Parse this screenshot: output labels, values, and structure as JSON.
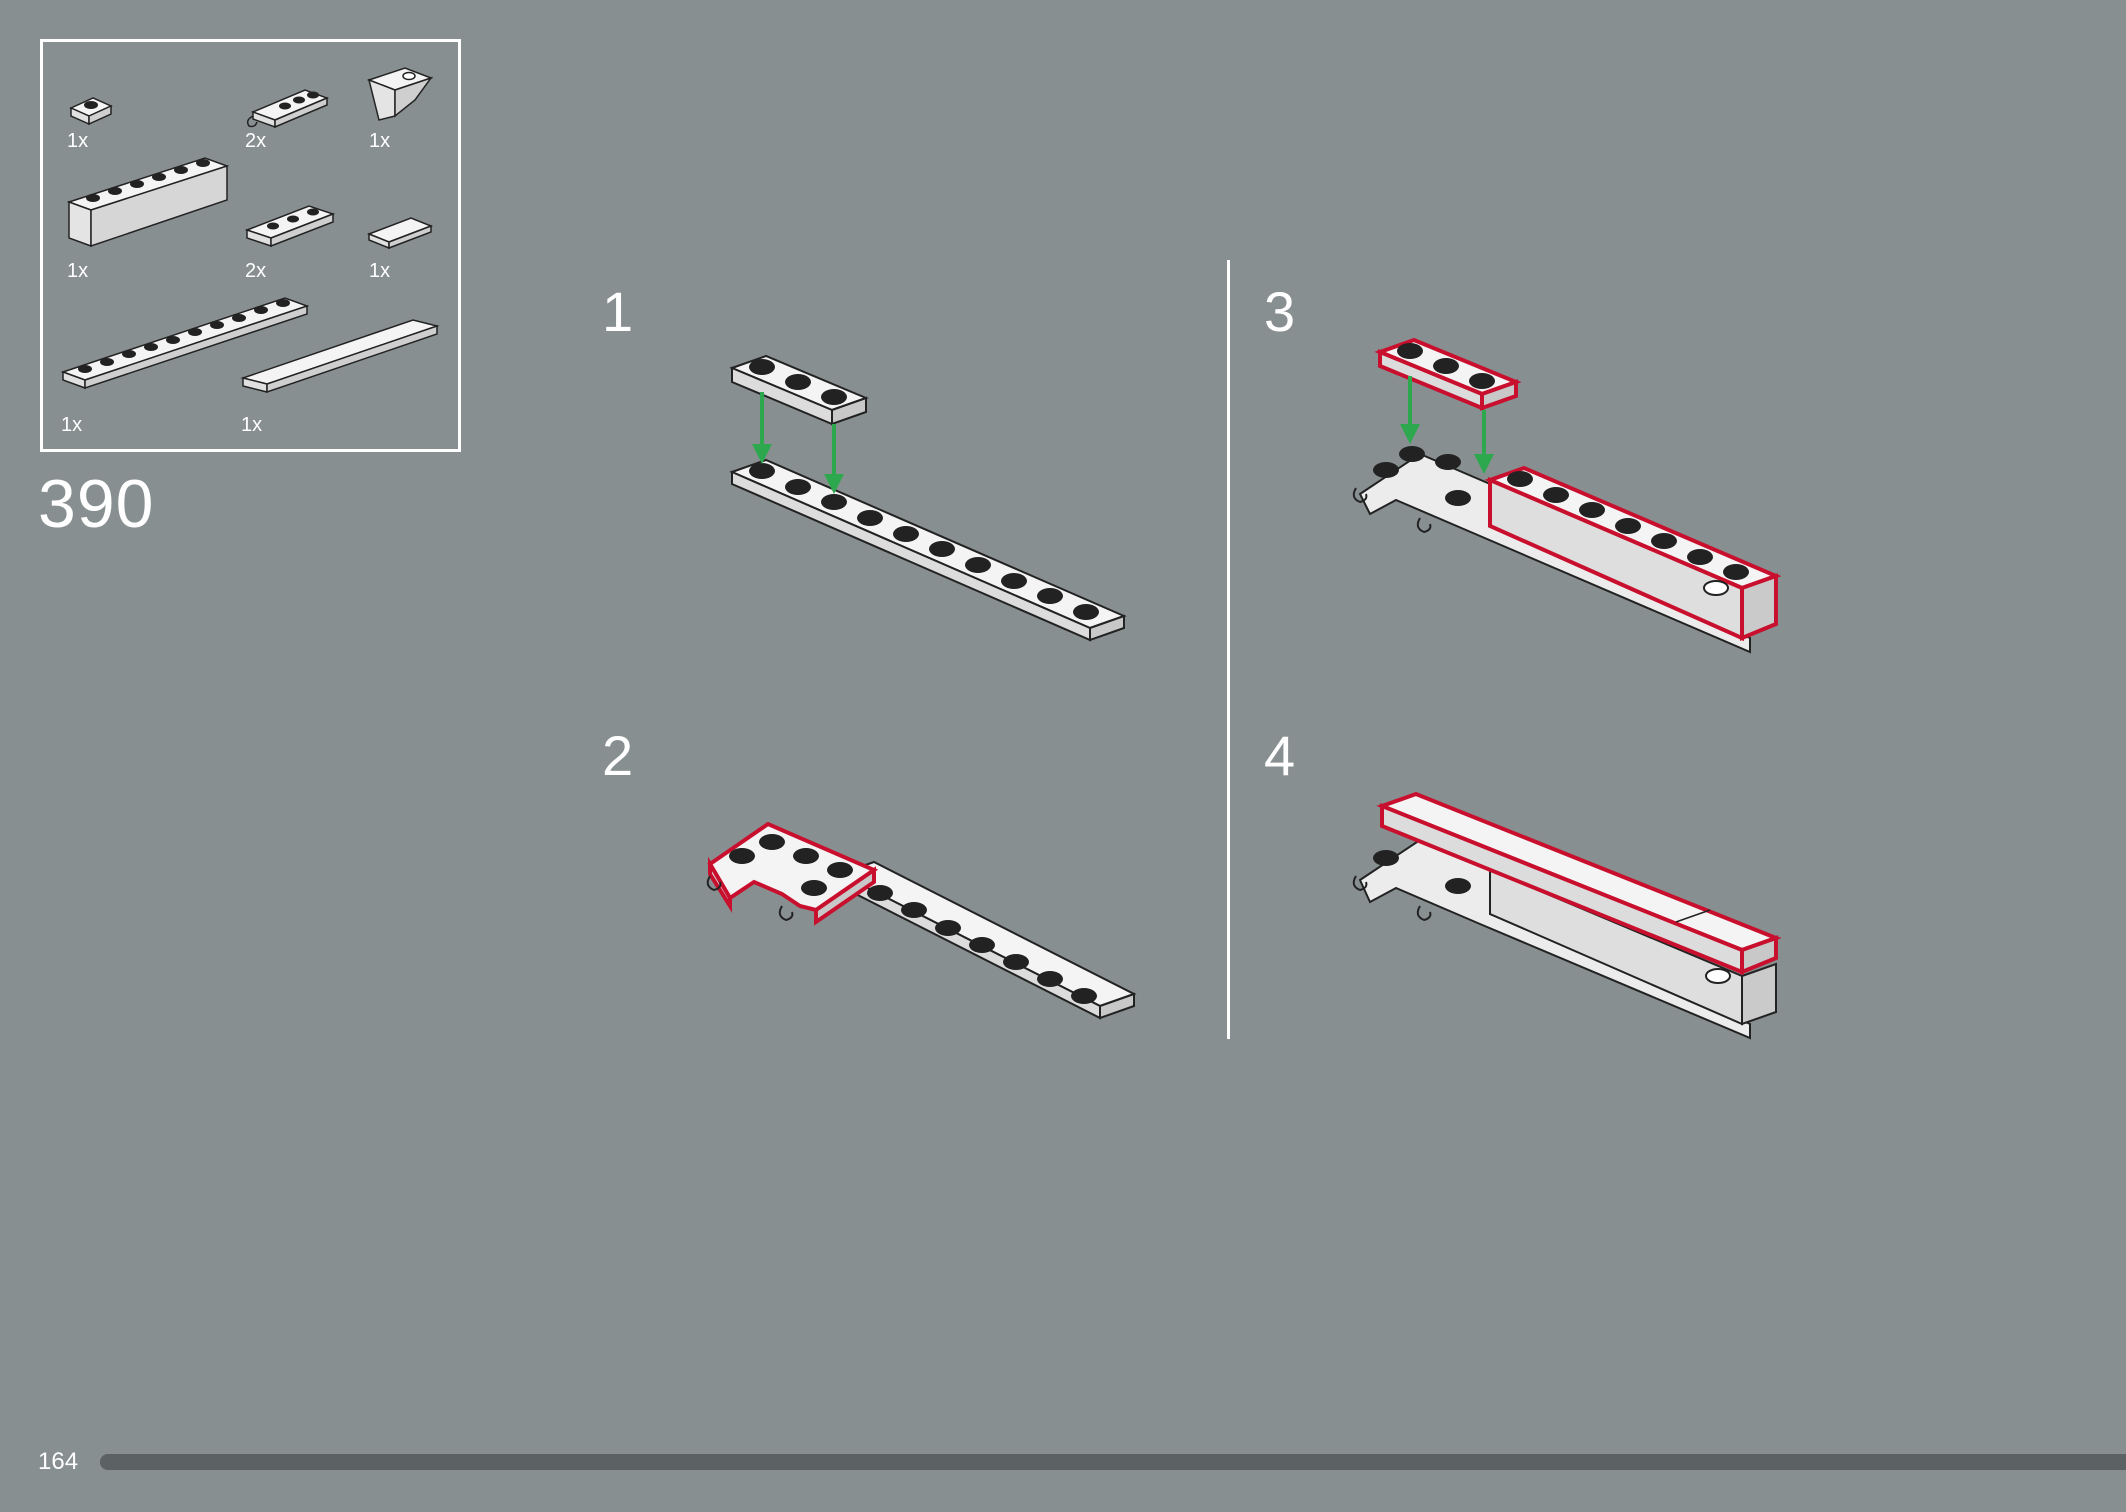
{
  "parts": [
    {
      "qty": "1x",
      "icon": "plate-1x1-icon"
    },
    {
      "qty": "2x",
      "icon": "plate-clip-1x2-icon"
    },
    {
      "qty": "1x",
      "icon": "slope-inverted-icon"
    },
    {
      "qty": "1x",
      "icon": "brick-1x6-icon"
    },
    {
      "qty": "2x",
      "icon": "plate-1x3-icon"
    },
    {
      "qty": "1x",
      "icon": "tile-1x2-icon"
    },
    {
      "qty": "1x",
      "icon": "plate-1x10-icon"
    },
    {
      "qty": "1x",
      "icon": "tile-1x8-icon"
    }
  ],
  "build_number": "390",
  "steps": [
    {
      "number": "1"
    },
    {
      "number": "2"
    },
    {
      "number": "3"
    },
    {
      "number": "4"
    }
  ],
  "page_number": "164",
  "progress": 1.0,
  "colors": {
    "background": "#888f90",
    "brick": "#f2f2f2",
    "outline": "#222222",
    "highlight": "#c8102e",
    "arrow": "#2ea84e",
    "progress": "#5c6263"
  }
}
